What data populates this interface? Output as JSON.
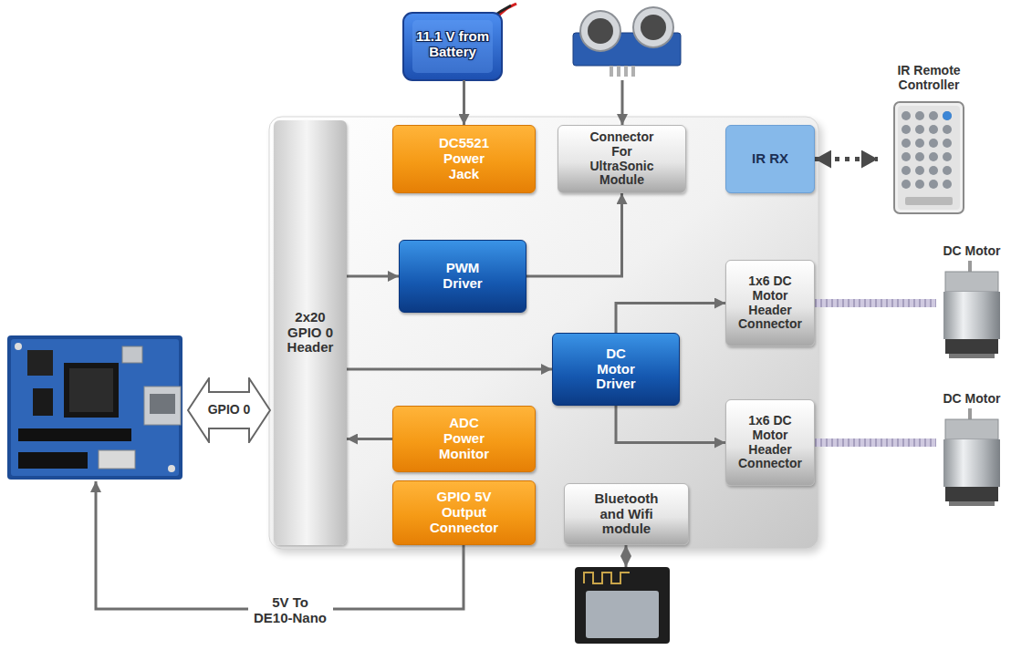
{
  "diagram": {
    "nodes": [
      {
        "text": [
          "11.1 V from Battery"
        ]
      },
      {
        "text": [
          "DC5521 Power Jack"
        ]
      },
      {
        "text": [
          "Connector For UltraSonic Module"
        ]
      },
      {
        "text": [
          "IR RX"
        ]
      },
      {
        "text": [
          "IR Remote Controller"
        ]
      },
      {
        "text": [
          "2x20 GPIO 0 Header"
        ]
      },
      {
        "text": [
          "PWM Driver"
        ]
      },
      {
        "text": [
          "DC Motor Driver"
        ]
      },
      {
        "text": [
          "1x6 DC Motor Header Connector"
        ]
      },
      {
        "text": [
          "DC Motor"
        ]
      },
      {
        "text": [
          "1x6 DC Motor Header Connector"
        ]
      },
      {
        "text": [
          "DC Motor"
        ]
      },
      {
        "text": [
          "ADC Power Monitor"
        ]
      },
      {
        "text": [
          "GPIO 5V Output Connector"
        ]
      },
      {
        "text": [
          "Bluetooth and Wifi module"
        ]
      },
      {
        "text": [
          "GPIO 0"
        ]
      }
    ],
    "edges": [
      {
        "from": 0,
        "to": 1,
        "arrow": "to"
      },
      {
        "from": 3,
        "to": 4,
        "arrow": "both"
      },
      {
        "from": 5,
        "to": 6,
        "arrow": "to"
      },
      {
        "from": 6,
        "to": 2,
        "arrow": "to"
      },
      {
        "from": 5,
        "to": 7,
        "arrow": "to"
      },
      {
        "from": 7,
        "to": 8,
        "arrow": "to"
      },
      {
        "from": 7,
        "to": 10,
        "arrow": "to"
      },
      {
        "from": 12,
        "to": 5,
        "arrow": "to"
      },
      {
        "from": 8,
        "to": 9,
        "arrow": "none"
      },
      {
        "from": 10,
        "to": 11,
        "arrow": "none"
      }
    ],
    "labels": [
      "5V To DE10-Nano"
    ]
  }
}
